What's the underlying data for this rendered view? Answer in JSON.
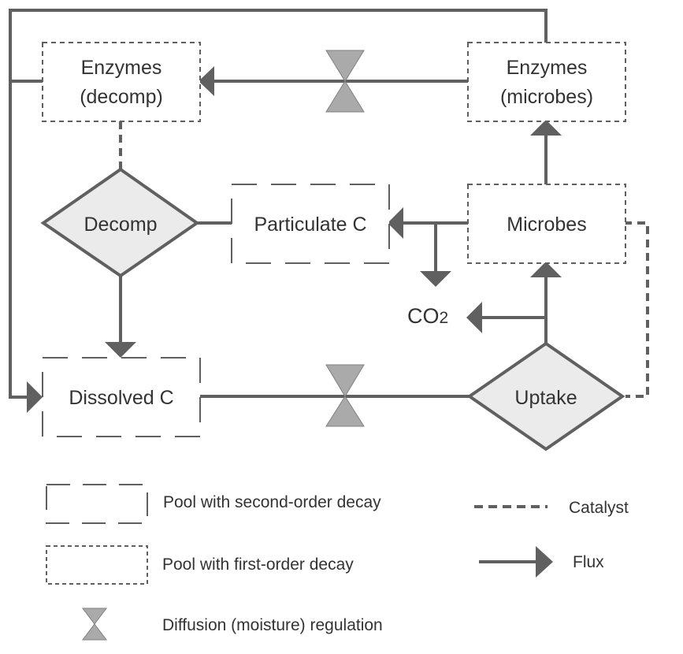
{
  "diagram": {
    "colors": {
      "line": "#606060",
      "diamond_fill": "#ebebeb",
      "valve_fill": "#aaaaaa",
      "text": "#333333"
    },
    "nodes": {
      "enzymes_decomp": {
        "line1": "Enzymes",
        "line2": "(decomp)",
        "type": "pool-first-order"
      },
      "enzymes_microbes": {
        "line1": "Enzymes",
        "line2": "(microbes)",
        "type": "pool-first-order"
      },
      "decomp": {
        "label": "Decomp",
        "type": "process"
      },
      "particulate_c": {
        "label": "Particulate C",
        "type": "pool-second-order"
      },
      "microbes": {
        "label": "Microbes",
        "type": "pool-first-order"
      },
      "co2": {
        "label": "CO",
        "subscript": "2",
        "type": "sink"
      },
      "dissolved_c": {
        "label": "Dissolved C",
        "type": "pool-second-order"
      },
      "uptake": {
        "label": "Uptake",
        "type": "process"
      }
    },
    "edges": [
      {
        "from": "enzymes_microbes",
        "to": "enzymes_decomp",
        "kind": "flux",
        "regulated": "diffusion"
      },
      {
        "from": "enzymes_microbes",
        "to": "dissolved_c",
        "kind": "flux"
      },
      {
        "from": "enzymes_decomp",
        "to": "dissolved_c",
        "kind": "flux"
      },
      {
        "from": "enzymes_decomp",
        "to": "decomp",
        "kind": "catalyst"
      },
      {
        "from": "particulate_c",
        "to": "decomp",
        "kind": "link"
      },
      {
        "from": "decomp",
        "to": "dissolved_c",
        "kind": "flux"
      },
      {
        "from": "microbes",
        "to": "particulate_c",
        "kind": "flux"
      },
      {
        "from": "microbes",
        "to": "co2",
        "kind": "flux"
      },
      {
        "from": "microbes",
        "to": "enzymes_microbes",
        "kind": "flux"
      },
      {
        "from": "microbes",
        "to": "uptake",
        "kind": "catalyst"
      },
      {
        "from": "dissolved_c",
        "to": "uptake",
        "kind": "link",
        "regulated": "diffusion"
      },
      {
        "from": "uptake",
        "to": "microbes",
        "kind": "flux"
      },
      {
        "from": "uptake",
        "to": "co2",
        "kind": "flux"
      }
    ]
  },
  "legend": {
    "second_order": "Pool with second-order decay",
    "first_order": "Pool with first-order decay",
    "diffusion": "Diffusion (moisture) regulation",
    "catalyst": "Catalyst",
    "flux": "Flux"
  }
}
